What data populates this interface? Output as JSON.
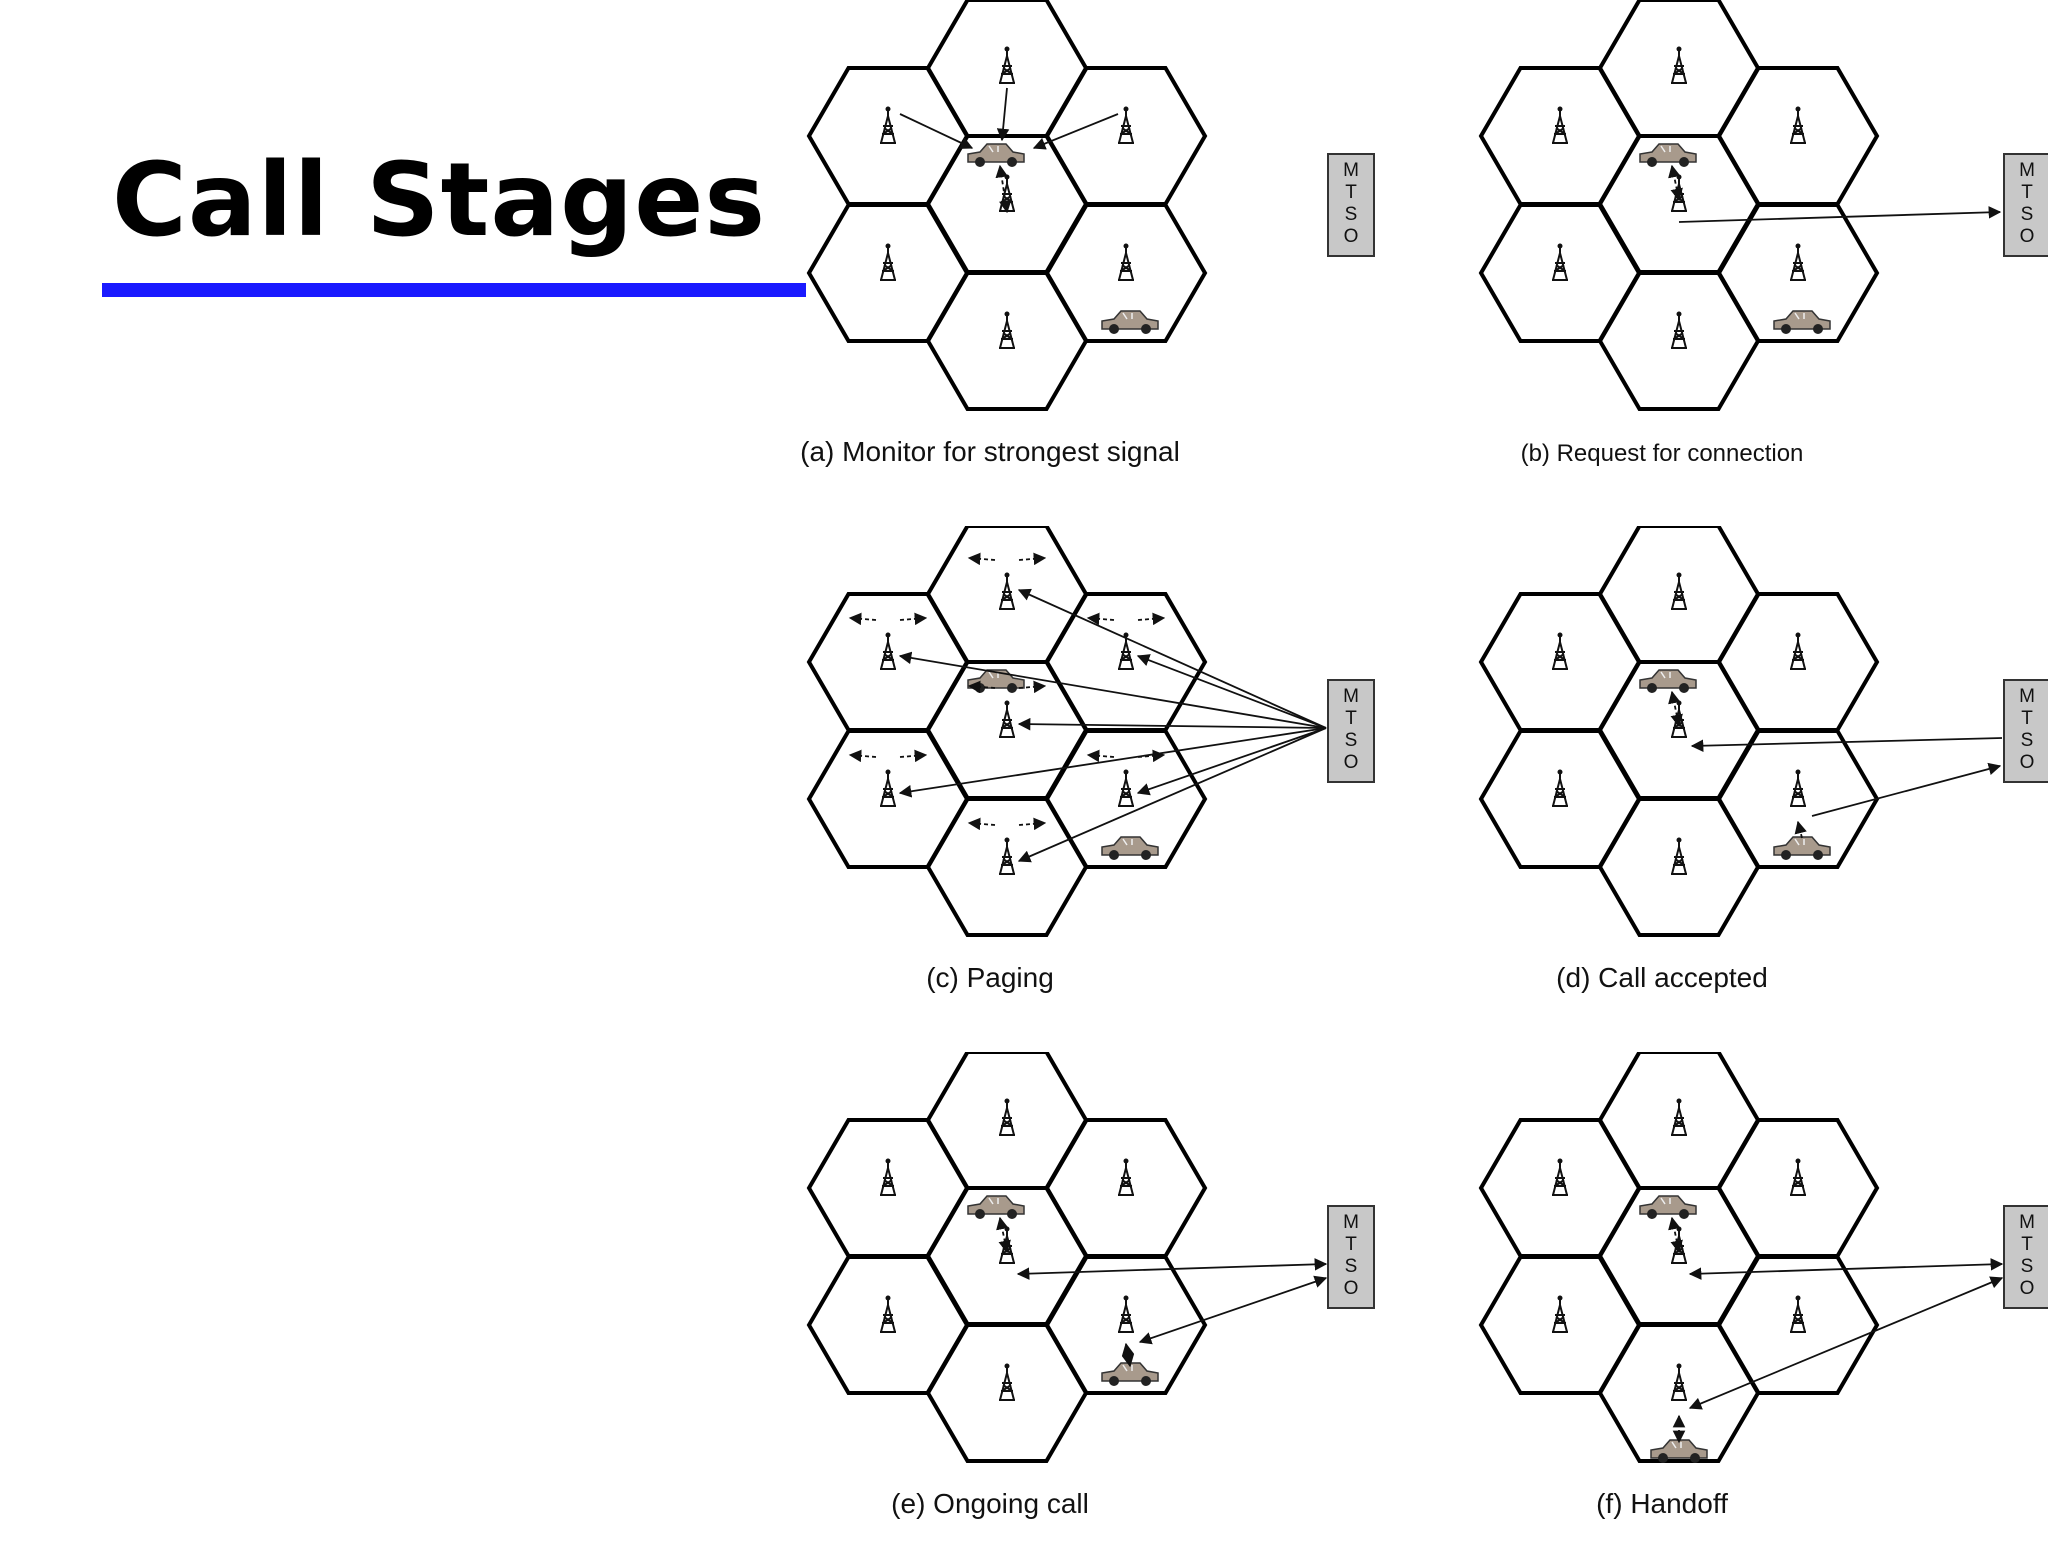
{
  "slide": {
    "title": "Call Stages",
    "accent_color": "#1a1aff"
  },
  "mtso_label": [
    "M",
    "T",
    "S",
    "O"
  ],
  "panels": [
    {
      "id": "a",
      "caption": "(a) Monitor for strongest signal"
    },
    {
      "id": "b",
      "caption": "(b) Request for connection"
    },
    {
      "id": "c",
      "caption": "(c) Paging"
    },
    {
      "id": "d",
      "caption": "(d) Call accepted"
    },
    {
      "id": "e",
      "caption": "(e) Ongoing call"
    },
    {
      "id": "f",
      "caption": "(f) Handoff"
    }
  ],
  "colors": {
    "car": "#a89a8c",
    "mtso_box": "#c8c8c8",
    "line": "#111111"
  }
}
